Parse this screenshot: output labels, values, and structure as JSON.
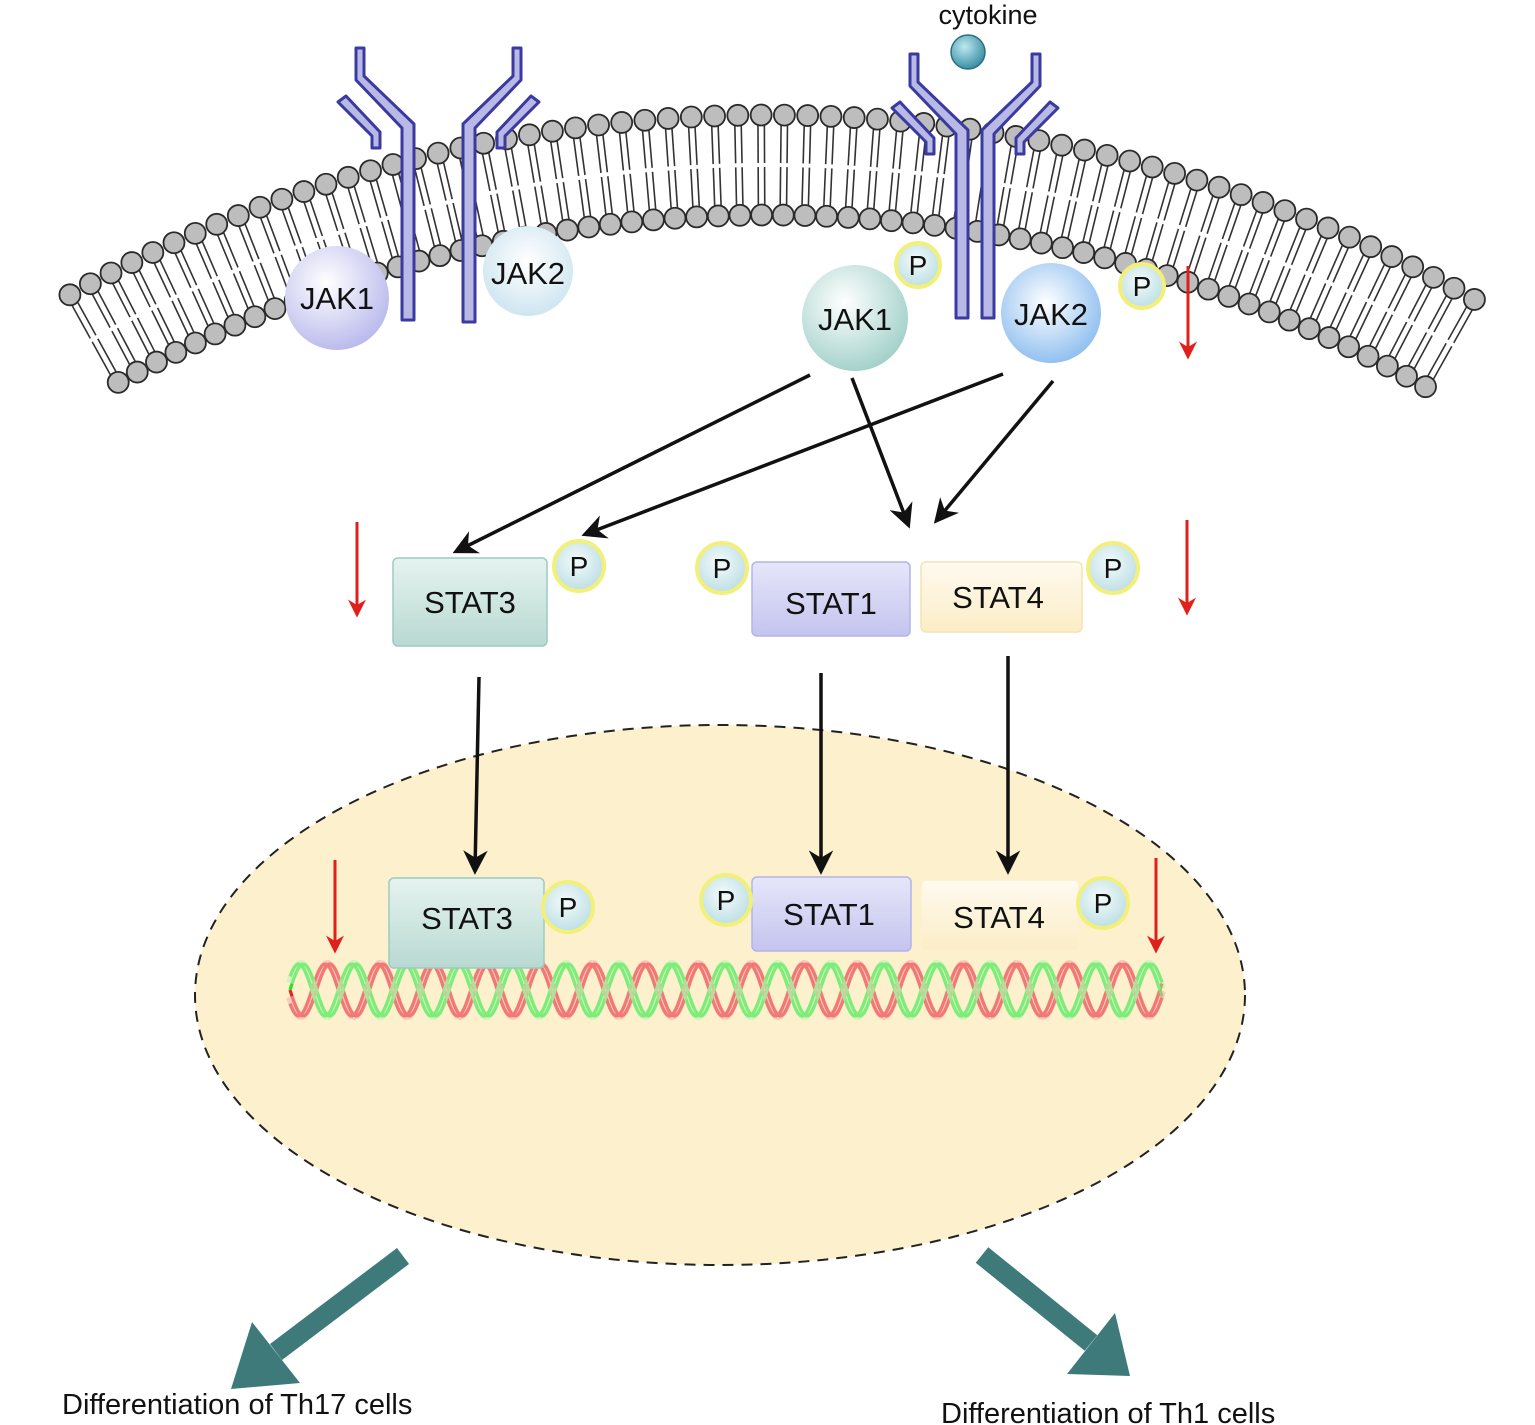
{
  "labels": {
    "cytokine": "cytokine",
    "jak1": "JAK1",
    "jak2": "JAK2",
    "stat3": "STAT3",
    "stat1": "STAT1",
    "stat4": "STAT4",
    "phospho": "P",
    "th17": "Differentiation of Th17 cells",
    "th1": "Differentiation of Th1 cells"
  },
  "colors": {
    "receptor": "#3a3aa0",
    "receptor_fill": "#b9b9e6",
    "lipid_head": "#bdbdbd",
    "nucleus_fill": "#fdf0cc",
    "decrease_arrow": "#e0201b",
    "outcome_arrow": "#3f7a7a",
    "dna_red": "#e8221e",
    "dna_green": "#27e027",
    "stat3_fill": "#cfe5df",
    "stat1_fill": "#d4d4f4",
    "stat4_fill": "#fff4d7",
    "phospho_fill": "#d6ecee",
    "phospho_ring": "#f2f07a"
  },
  "icons": {
    "decrease": "down-arrow-icon",
    "membrane": "lipid-bilayer",
    "dna": "dna-double-helix"
  }
}
